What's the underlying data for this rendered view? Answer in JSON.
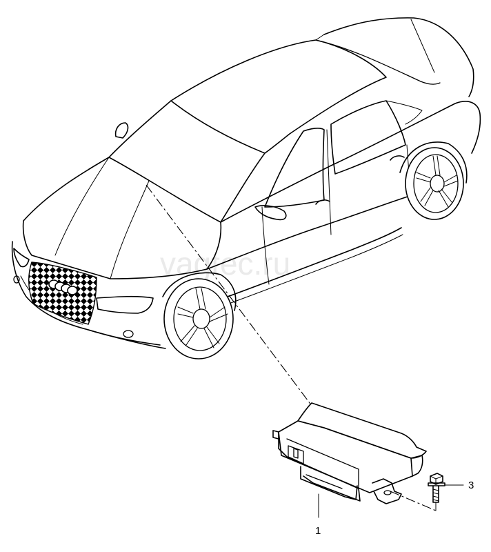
{
  "watermark": "vagtec.ru",
  "callouts": {
    "part_1": "1",
    "part_3": "3"
  },
  "parts": {
    "vehicle": "car-body",
    "control_unit": "control-unit-module",
    "screw": "screw"
  }
}
